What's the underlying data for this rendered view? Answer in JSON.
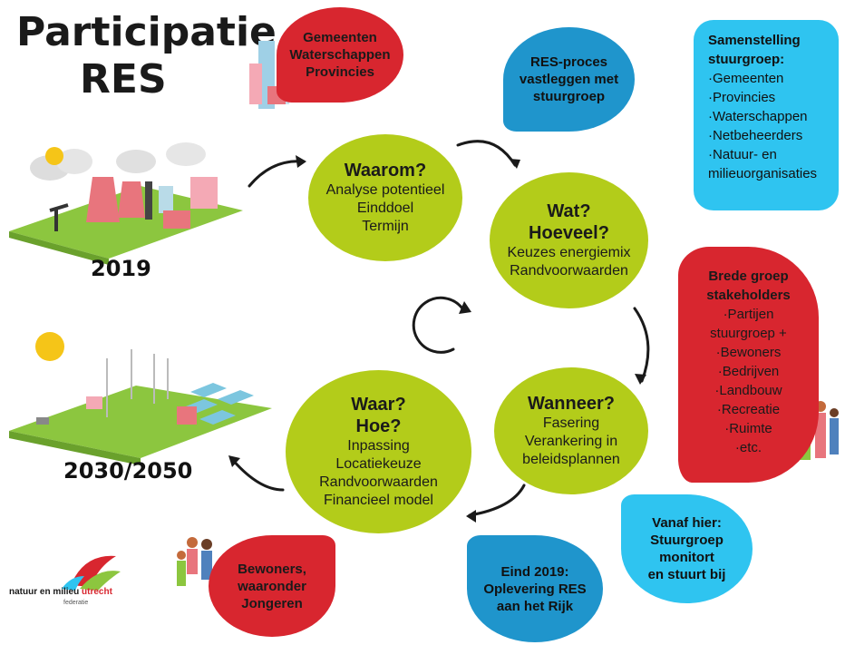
{
  "title": {
    "line1": "Participatie",
    "line2": "RES"
  },
  "years": {
    "start": "2019",
    "end": "2030/2050"
  },
  "circles": {
    "waarom": {
      "heading": "Waarom?",
      "lines": [
        "Analyse potentieel",
        "Einddoel",
        "Termijn"
      ]
    },
    "wat": {
      "heading1": "Wat?",
      "heading2": "Hoeveel?",
      "lines": [
        "Keuzes energiemix",
        "Randvoorwaarden"
      ]
    },
    "wanneer": {
      "heading": "Wanneer?",
      "lines": [
        "Fasering",
        "Verankering in",
        "beleidsplannen"
      ]
    },
    "waar": {
      "heading1": "Waar?",
      "heading2": "Hoe?",
      "lines": [
        "Inpassing",
        "Locatiekeuze",
        "Randvoorwaarden",
        "Financieel model"
      ]
    }
  },
  "bubbles": {
    "gemeenten": [
      "Gemeenten",
      "Waterschappen",
      "Provincies"
    ],
    "res_proces": [
      "RES-proces",
      "vastleggen met",
      "stuurgroep"
    ],
    "samenstelling": {
      "heading": "Samenstelling stuurgroep:",
      "items": [
        "·Gemeenten",
        "·Provincies",
        "·Waterschappen",
        "·Netbeheerders",
        "·Natuur- en",
        "milieuorganisaties"
      ]
    },
    "brede_groep": {
      "heading1": "Brede groep",
      "heading2": "stakeholders",
      "items": [
        "·Partijen",
        "stuurgroep +",
        "·Bewoners",
        "·Bedrijven",
        "·Landbouw",
        "·Recreatie",
        "·Ruimte",
        "·etc."
      ]
    },
    "vanaf_hier": [
      "Vanaf hier:",
      "Stuurgroep",
      "monitort",
      "en stuurt bij"
    ],
    "eind_2019": [
      "Eind 2019:",
      "Oplevering RES",
      "aan het Rijk"
    ],
    "bewoners": [
      "Bewoners,",
      "waaronder",
      "Jongeren"
    ]
  },
  "logo": {
    "text1": "natuur en milieu",
    "text2": "utrecht",
    "text3": "federatie"
  },
  "colors": {
    "green": "#b3cc1a",
    "red": "#d8262f",
    "blue": "#1f95cc",
    "cyan": "#2fc4f0"
  }
}
